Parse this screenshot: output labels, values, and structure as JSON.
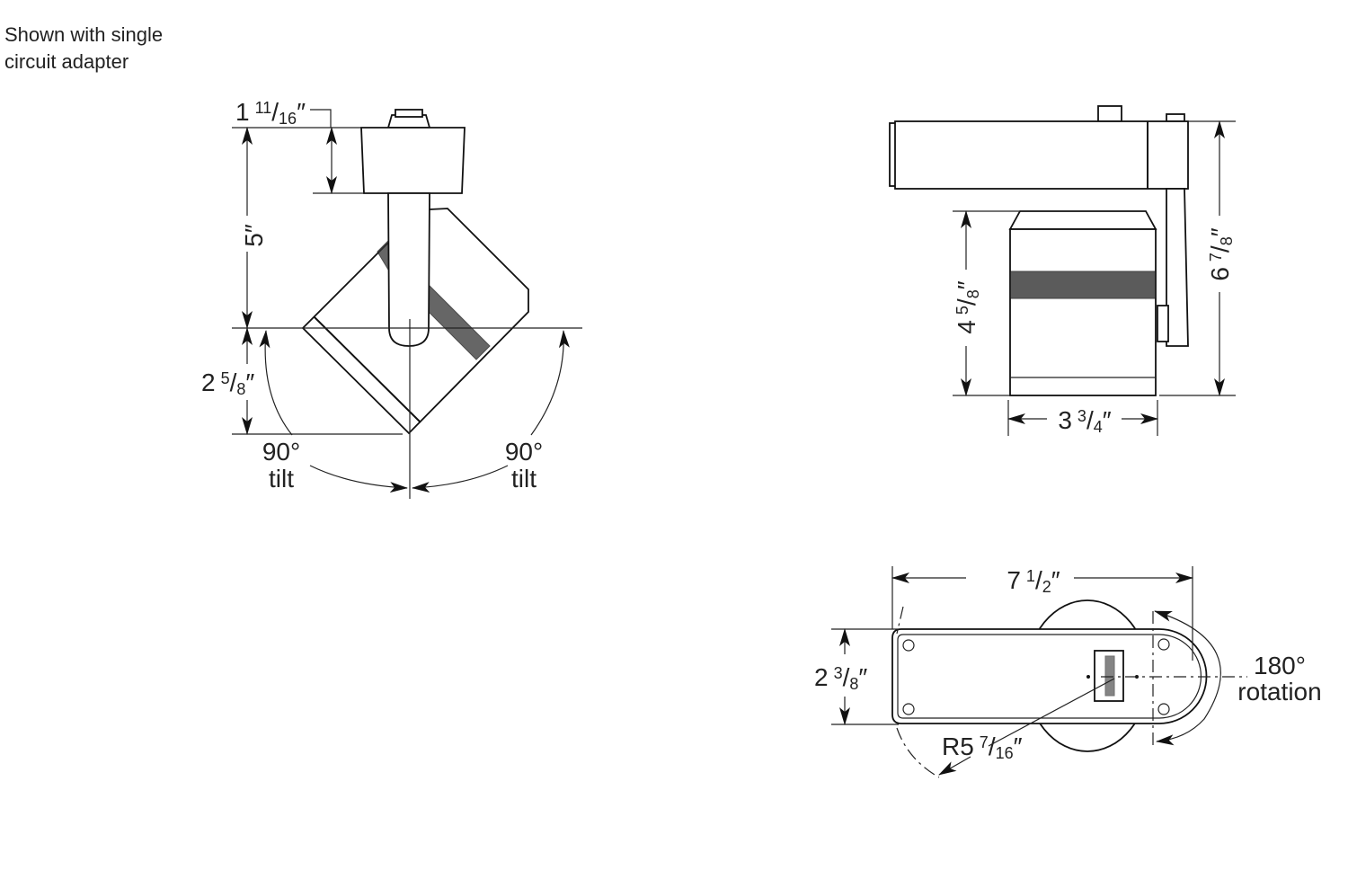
{
  "note": {
    "line1": "Shown with single",
    "line2": "circuit adapter"
  },
  "side_view": {
    "adapter_height": {
      "whole": "1",
      "num": "11",
      "den": "16",
      "unit": "″"
    },
    "overall_height": "5″",
    "head_drop": {
      "whole": "2",
      "num": "5",
      "den": "8",
      "unit": "″"
    },
    "tilt_left": {
      "angle": "90°",
      "label": "tilt"
    },
    "tilt_right": {
      "angle": "90°",
      "label": "tilt"
    }
  },
  "front_view": {
    "lamp_height": {
      "whole": "4",
      "num": "5",
      "den": "8",
      "unit": "″"
    },
    "overall_height": {
      "whole": "6",
      "num": "7",
      "den": "8",
      "unit": "″"
    },
    "lamp_width": {
      "whole": "3",
      "num": "3",
      "den": "4",
      "unit": "″"
    }
  },
  "plan_view": {
    "length": {
      "whole": "7",
      "num": "1",
      "den": "2",
      "unit": "″"
    },
    "width": {
      "whole": "2",
      "num": "3",
      "den": "8",
      "unit": "″"
    },
    "radius": {
      "whole": "R5",
      "num": "7",
      "den": "16",
      "unit": "″"
    },
    "rotation": {
      "angle": "180°",
      "label": "rotation"
    }
  }
}
